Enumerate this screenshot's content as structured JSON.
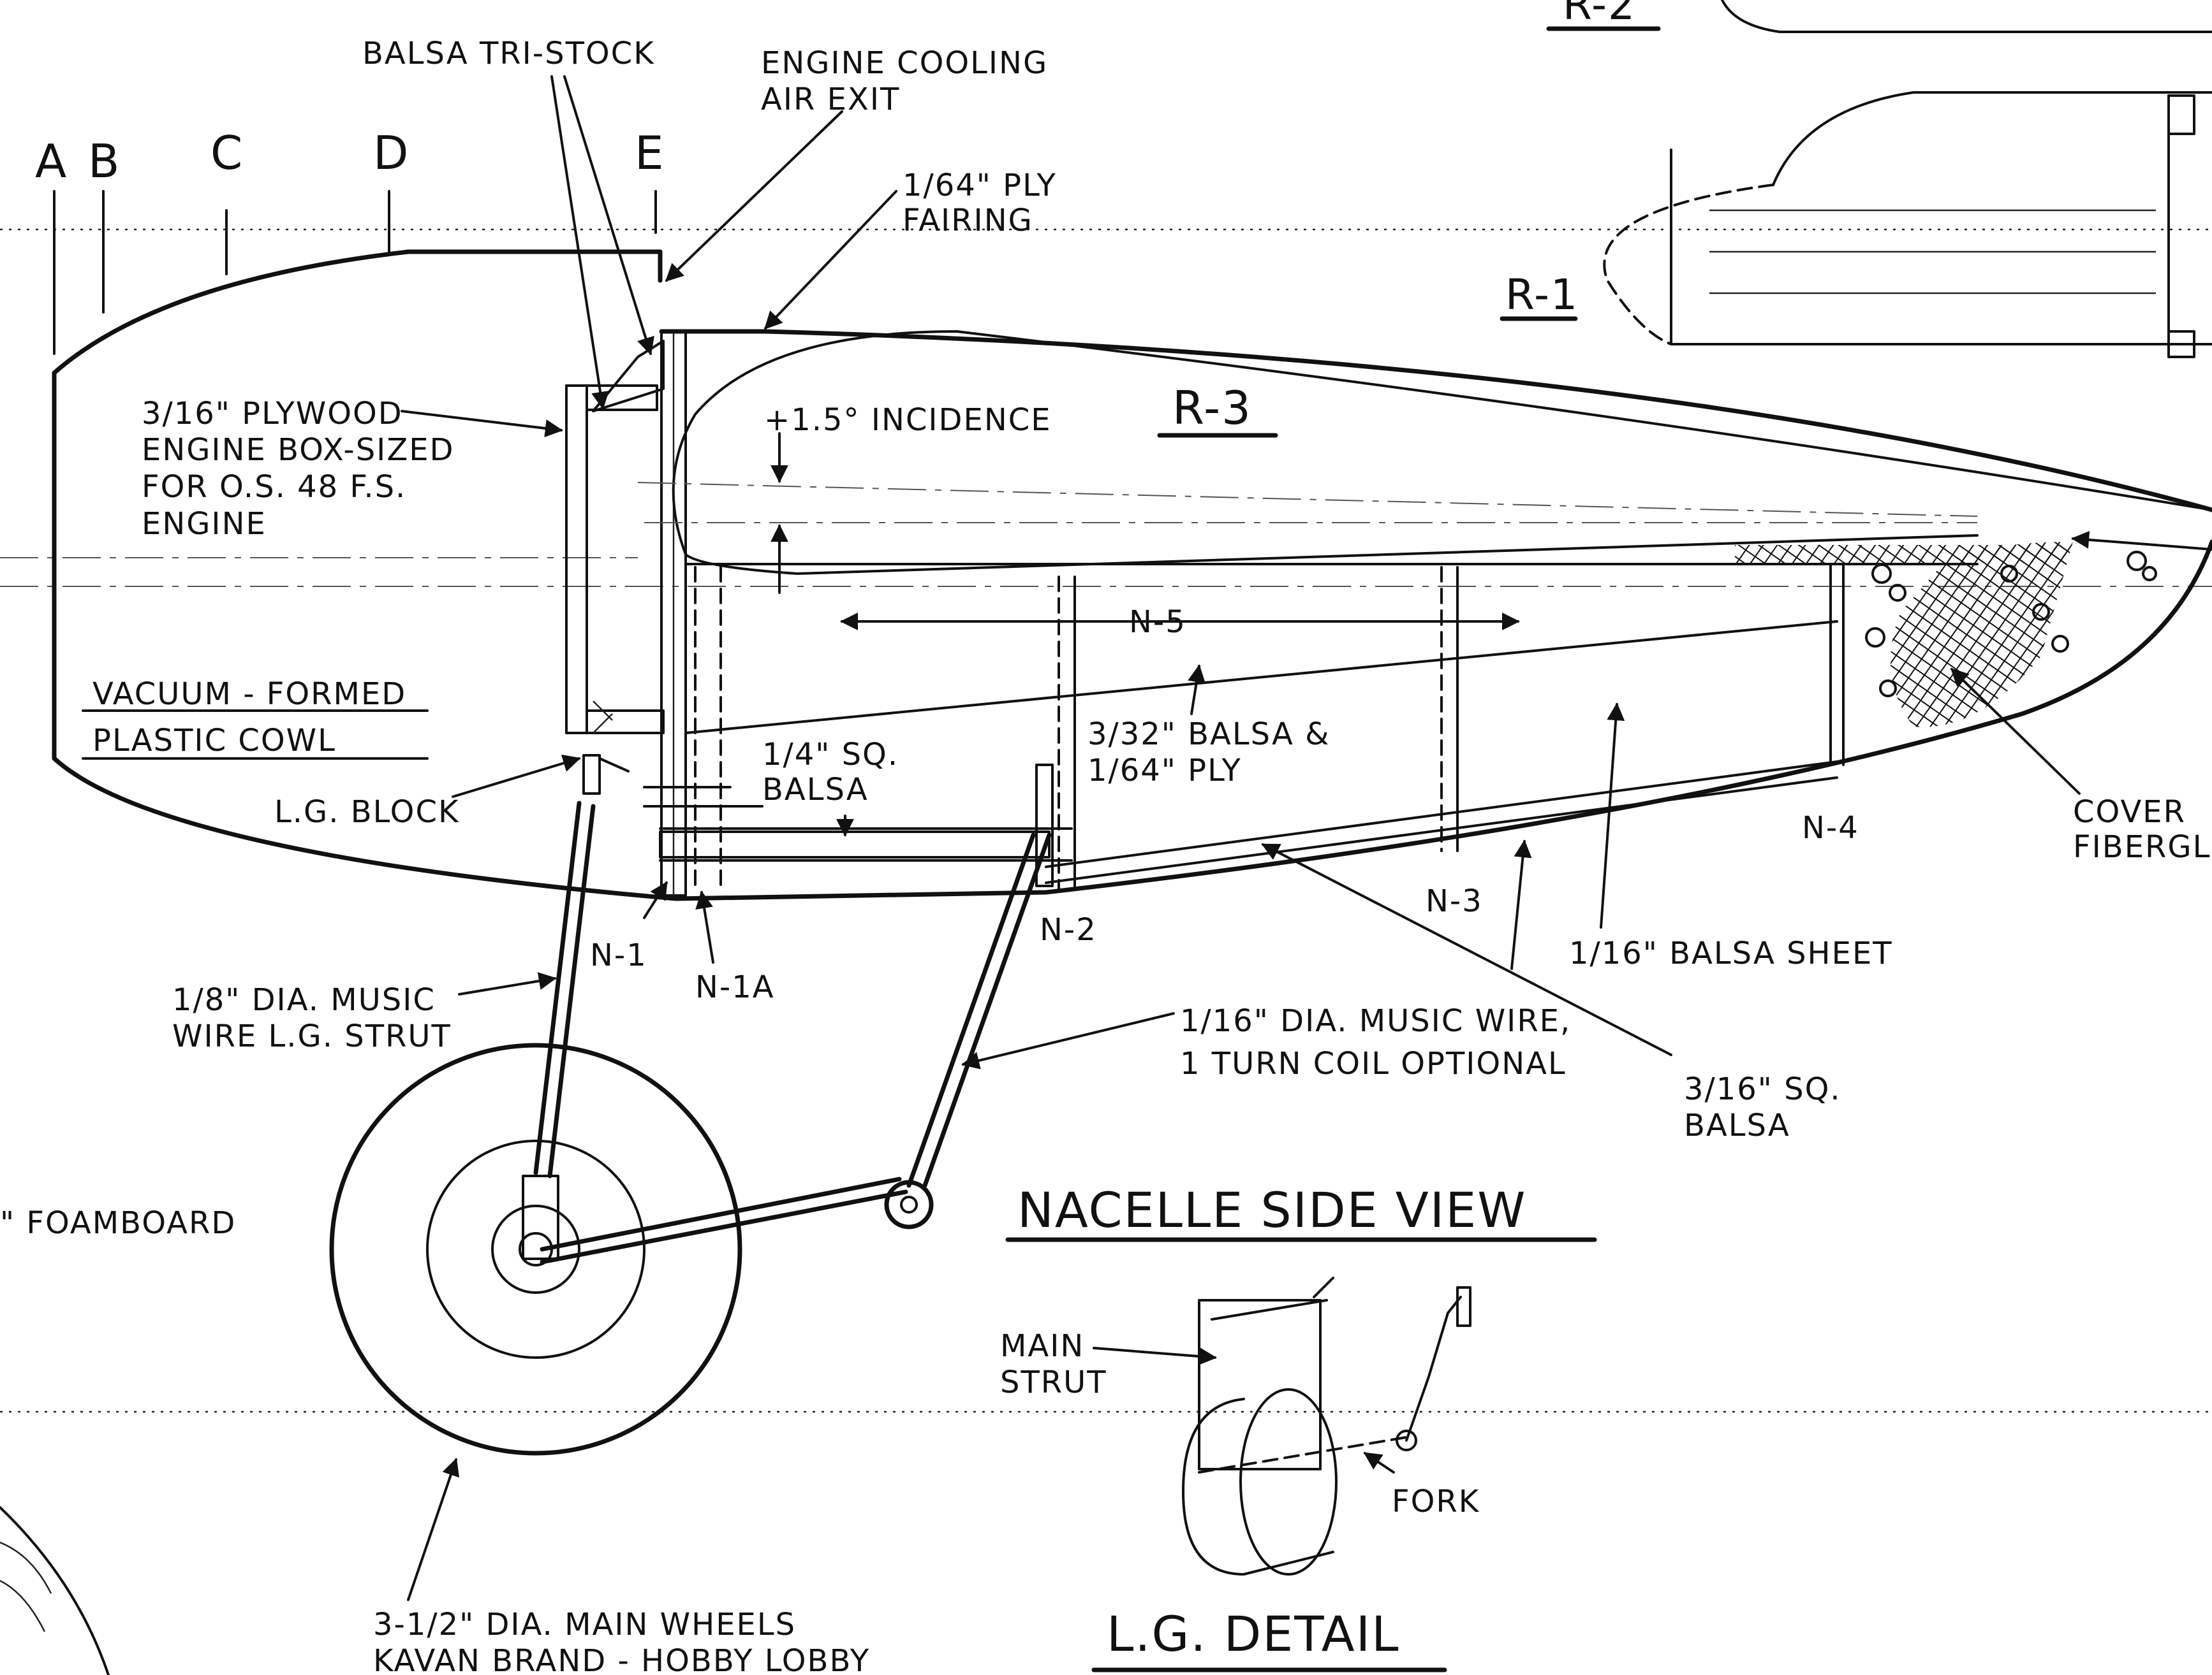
{
  "labels": {
    "balsa_tri_stock": "BALSA TRI-STOCK",
    "engine_cooling_1": "ENGINE COOLING",
    "engine_cooling_2": "AIR EXIT",
    "ply_fairing_1": "1/64\" PLY",
    "ply_fairing_2": "FAIRING",
    "station_a": "A",
    "station_b": "B",
    "station_c": "C",
    "station_d": "D",
    "station_e": "E",
    "r2": "R-2",
    "r1": "R-1",
    "r3": "R-3",
    "incidence": "+1.5° INCIDENCE",
    "plywood_1": "3/16\" PLYWOOD",
    "plywood_2": "ENGINE BOX-SIZED",
    "plywood_3": "FOR O.S. 48 F.S.",
    "plywood_4": "ENGINE",
    "cowl_1": "VACUUM - FORMED",
    "cowl_2": "PLASTIC COWL",
    "lg_block": "L.G. BLOCK",
    "sq_balsa_1": "1/4\" SQ.",
    "sq_balsa_2": "BALSA",
    "n5": "N-5",
    "balsa_ply_1": "3/32\" BALSA &",
    "balsa_ply_2": "1/64\" PLY",
    "n1": "N-1",
    "n1a": "N-1A",
    "n2": "N-2",
    "n3": "N-3",
    "n4": "N-4",
    "balsa_sheet": "1/16\" BALSA SHEET",
    "cover_1": "COVER",
    "cover_2": "FIBERGL",
    "strut_1": "1/8\" DIA. MUSIC",
    "strut_2": "WIRE L.G. STRUT",
    "wire_1": "1/16\" DIA. MUSIC WIRE,",
    "wire_2": "1 TURN  COIL OPTIONAL",
    "sq316_1": "3/16\" SQ.",
    "sq316_2": "BALSA",
    "foamboard": "\" FOAMBOARD",
    "title_side_view": "NACELLE  SIDE  VIEW",
    "main_strut_1": "MAIN",
    "main_strut_2": "STRUT",
    "fork": "FORK",
    "wheels_1": "3-1/2\" DIA. MAIN  WHEELS",
    "wheels_2": "KAVAN  BRAND - HOBBY LOBBY",
    "title_lg_detail": "L.G.  DETAIL"
  }
}
